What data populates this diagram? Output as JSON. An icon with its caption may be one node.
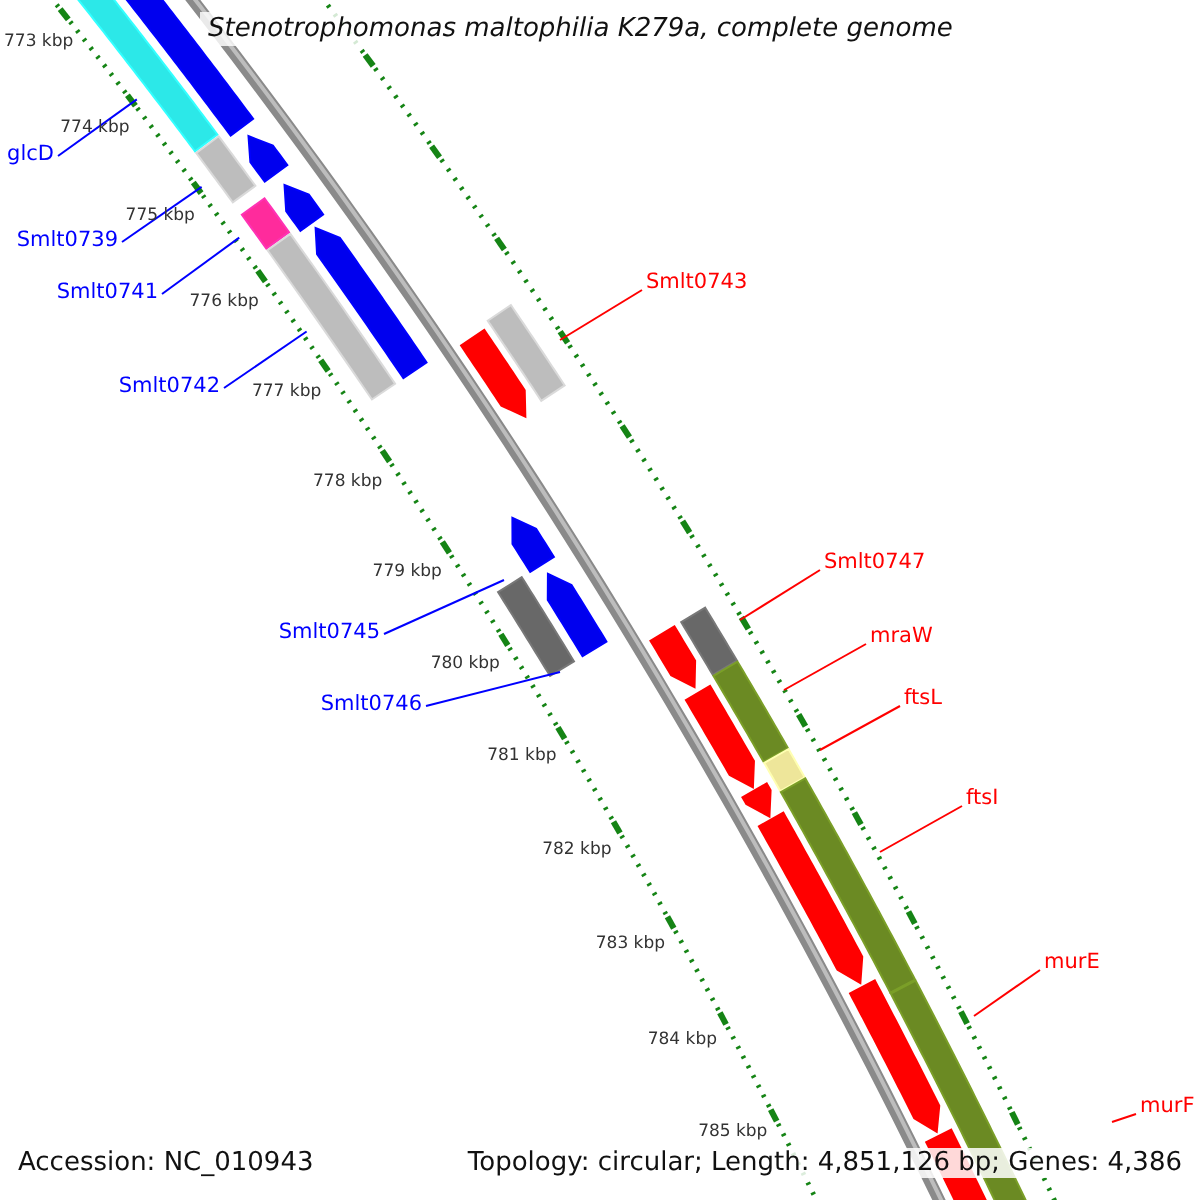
{
  "diagram": {
    "title": "Stenotrophomonas maltophilia K279a, complete genome",
    "nodes": [
      {
        "text": [
          "glcD"
        ]
      },
      {
        "text": [
          "Smlt0739"
        ]
      },
      {
        "text": [
          "Smlt0743"
        ]
      },
      {
        "text": [
          "Smlt0741"
        ]
      },
      {
        "text": [
          "Smlt0742"
        ]
      },
      {
        "text": [
          "Smlt0747"
        ]
      },
      {
        "text": [
          "Smlt0745"
        ]
      },
      {
        "text": [
          "mraW"
        ]
      },
      {
        "text": [
          "Smlt0746"
        ]
      },
      {
        "text": [
          "ftsL"
        ]
      },
      {
        "text": [
          "ftsI"
        ]
      },
      {
        "text": [
          "murE"
        ]
      },
      {
        "text": [
          "murF"
        ]
      }
    ],
    "edges": [
      {
        "from": 0,
        "to": null,
        "arrow": "none",
        "color": "#0000ff"
      },
      {
        "from": 1,
        "to": null,
        "arrow": "none",
        "color": "#0000ff"
      },
      {
        "from": 2,
        "to": null,
        "arrow": "none"
      },
      {
        "from": 3,
        "to": null,
        "arrow": "none",
        "color": "#0000ff"
      },
      {
        "from": 4,
        "to": null,
        "arrow": "none",
        "color": "#0000ff"
      },
      {
        "from": 5,
        "to": null,
        "arrow": "none"
      },
      {
        "from": 6,
        "to": null,
        "arrow": "none",
        "color": "#0000ff"
      },
      {
        "from": 7,
        "to": null,
        "arrow": "none"
      },
      {
        "from": 8,
        "to": null,
        "arrow": "none",
        "color": "#0000ff"
      },
      {
        "from": 9,
        "to": null,
        "arrow": "none"
      },
      {
        "from": 10,
        "to": null,
        "arrow": "none"
      },
      {
        "from": 11,
        "to": null,
        "arrow": "none"
      },
      {
        "from": 12,
        "to": null,
        "arrow": "none"
      }
    ],
    "labels": [
      "773 kbp",
      "774 kbp",
      "775 kbp",
      "776 kbp",
      "777 kbp",
      "778 kbp",
      "779 kbp",
      "780 kbp",
      "781 kbp",
      "782 kbp",
      "783 kbp",
      "784 kbp",
      "785 kbp",
      "Accession: NC_010943",
      "Topology: circular; Length: 4,851,126 bp; Genes: 4,386"
    ]
  }
}
